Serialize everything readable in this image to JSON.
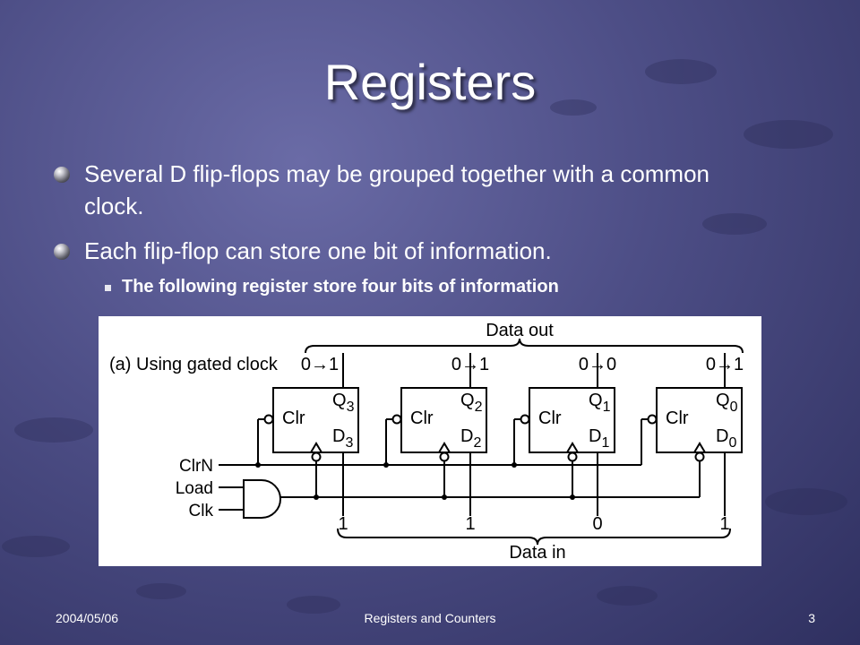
{
  "slide": {
    "title": "Registers",
    "bullets": [
      "Several D flip-flops may be grouped together with a common clock.",
      "Each flip-flop can store one bit of information."
    ],
    "sub_bullet": "The following register store four bits of information",
    "footer": {
      "date": "2004/05/06",
      "center": "Registers and Counters",
      "page": "3"
    }
  },
  "diagram": {
    "caption": "(a) Using gated clock",
    "data_out_label": "Data out",
    "data_in_label": "Data in",
    "inputs": [
      "ClrN",
      "Load",
      "Clk"
    ],
    "flipflops": [
      {
        "clr": "Clr",
        "q": "Q",
        "q_sub": "3",
        "d": "D",
        "d_sub": "3",
        "transition": "0→1",
        "input_bit": "1"
      },
      {
        "clr": "Clr",
        "q": "Q",
        "q_sub": "2",
        "d": "D",
        "d_sub": "2",
        "transition": "0→1",
        "input_bit": "1"
      },
      {
        "clr": "Clr",
        "q": "Q",
        "q_sub": "1",
        "d": "D",
        "d_sub": "1",
        "transition": "0→0",
        "input_bit": "0"
      },
      {
        "clr": "Clr",
        "q": "Q",
        "q_sub": "0",
        "d": "D",
        "d_sub": "0",
        "transition": "0→1",
        "input_bit": "1"
      }
    ]
  }
}
